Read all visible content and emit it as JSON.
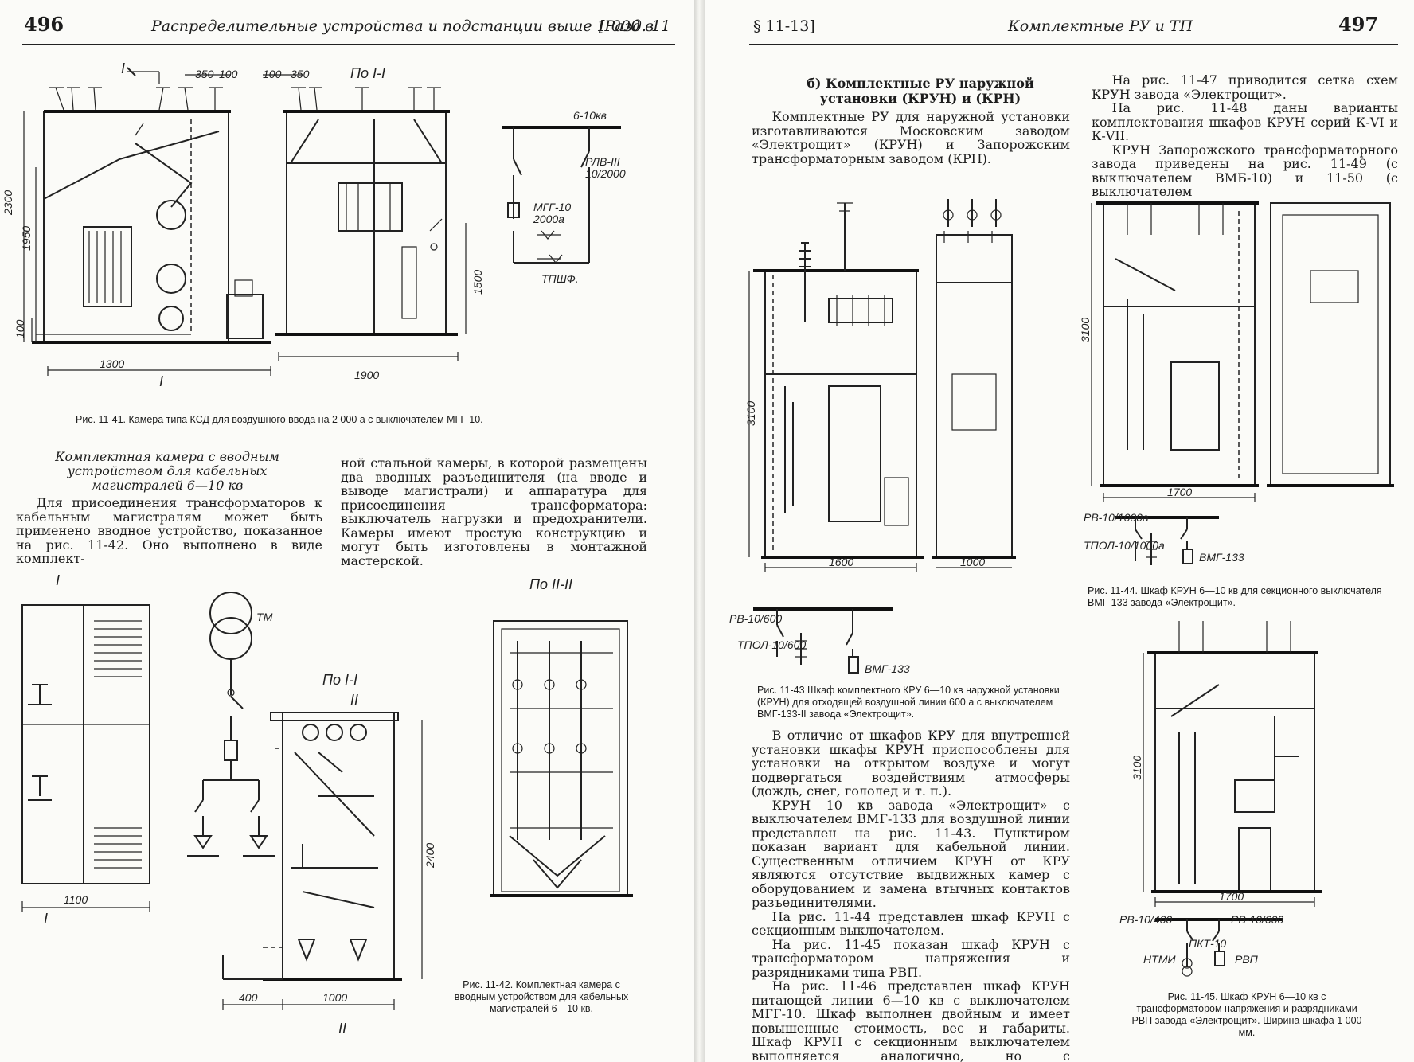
{
  "left": {
    "page_number": "496",
    "running_head": "Распределительные устройства и подстанции выше 1 000 в",
    "section_ref": "[Разд. 11",
    "fig41": {
      "caption": "Рис. 11-41. Камера типа КСД для воздушного ввода на 2 000 а с выключателем МГГ-10.",
      "dims": {
        "d350": "350",
        "d100": "100",
        "h2300": "2300",
        "h1950": "1950",
        "h100": "100",
        "w1300": "1300",
        "w1900": "1900",
        "h1500": "1500",
        "d100b": "100",
        "d350b": "350"
      },
      "sections": {
        "mark_I": "I",
        "po_I_I": "По I-I"
      },
      "scheme": {
        "voltage": "6-10кв",
        "breaker": "МГГ-10",
        "breaker_current": "2000а",
        "disconnector": "РЛВ-III",
        "disconnector_rating": "10/2000",
        "fuse_label": "ТПШФ."
      }
    },
    "section_title": "Комплектная камера с вводным устройством для кабельных магистралей 6—10 кв",
    "para_col1": "Для присоединения трансформаторов к кабельным магистралям может быть применено вводное устройство, показанное на рис. 11-42. Оно выполнено в виде комплект-",
    "para_col2": "ной стальной камеры, в которой размещены два вводных разъединителя (на вводе и выводе магистрали) и аппаратура для присоединения трансформатора: выключатель нагрузки и предохранители. Камеры имеют простую конструкцию и могут быть изготовлены в монтажной мастерской.",
    "fig42": {
      "caption": "Рис. 11-42. Комплектная камера с вводным устройством для кабельных магистралей 6—10 кв.",
      "transformer": "ТМ",
      "po_I_I": "По I-I",
      "po_II_II": "По II-II",
      "mark_I": "I",
      "mark_II": "II",
      "w1100": "1100",
      "h2400": "2400",
      "w400": "400",
      "w1000": "1000"
    }
  },
  "right": {
    "page_number": "497",
    "section_ref": "§ 11-13]",
    "running_head": "Комплектные РУ и ТП",
    "subtitle": "б) Комплектные РУ наружной установки (КРУН) и (КРН)",
    "intro": "Комплектные РУ для наружной установки изготавливаются Московским заводом «Электрощит» (КРУН) и Запорожским трансформаторным заводом (КРН).",
    "col2_paras": [
      "На рис. 11-47 приводится сетка схем КРУН завода «Электрощит».",
      "На рис. 11-48 даны варианты комплектования шкафов КРУН серий К-VI и К-VII.",
      "КРУН Запорожского трансформаторного завода приведены на рис. 11-49 (с выключателем ВМБ-10) и 11-50 (с выключателем"
    ],
    "fig43": {
      "caption": "Рис. 11-43 Шкаф комплектного КРУ 6—10 кв наружной установки (КРУН) для отходящей воздушной линии 600 а с выключателем ВМГ-133-II завода «Электрощит».",
      "h3100": "3100",
      "w1600": "1600",
      "w1000": "1000",
      "rv": "РВ-10/600",
      "tpol": "ТПОЛ-10/600",
      "vmg": "ВМГ-133"
    },
    "fig44": {
      "caption": "Рис. 11-44. Шкаф КРУН 6—10 кв для секционного выключателя ВМГ-133 завода «Электрощит».",
      "h3100": "3100",
      "w1700": "1700",
      "rv": "РВ-10/1000а",
      "tpol": "ТПОЛ-10/1000а",
      "vmg": "ВМГ-133"
    },
    "fig45": {
      "caption": "Рис. 11-45. Шкаф КРУН 6—10 кв с трансформатором напряжения и разрядниками РВП завода «Электрощит». Ширина шкафа 1 000 мм.",
      "h3100": "3100",
      "w1700": "1700",
      "rv400": "РВ-10/400",
      "rv600": "РВ-10/600",
      "pkt": "ПКТ-10",
      "ntmi": "НТМИ",
      "rvp": "РВП"
    },
    "body_paras": [
      "В отличие от шкафов КРУ для внутренней установки шкафы КРУН приспособлены для установки на открытом воздухе и могут подвергаться воздействиям атмосферы (дождь, снег, гололед и т. п.).",
      "КРУН 10 кв завода «Электрощит» с выключателем ВМГ-133 для воздушной линии представлен на рис. 11-43. Пунктиром показан вариант для кабельной линии. Существенным отличием КРУН от КРУ являются отсутствие выдвижных камер с оборудованием и замена втычных контактов разъединителями.",
      "На рис. 11-44 представлен шкаф КРУН с секционным выключателем.",
      "На рис. 11-45 показан шкаф КРУН с трансформатором напряжения и разрядниками типа РВП.",
      "На рис. 11-46 представлен шкаф КРУН питающей линии 6—10 кв с выключателем МГГ-10. Шкаф выполнен двойным и имеет повышенные стоимость, вес и габариты. Шкаф КРУН с секционным выключателем выполняется аналогично, но с присоединением не к подводящей линии, а к другой секции шин."
    ]
  }
}
